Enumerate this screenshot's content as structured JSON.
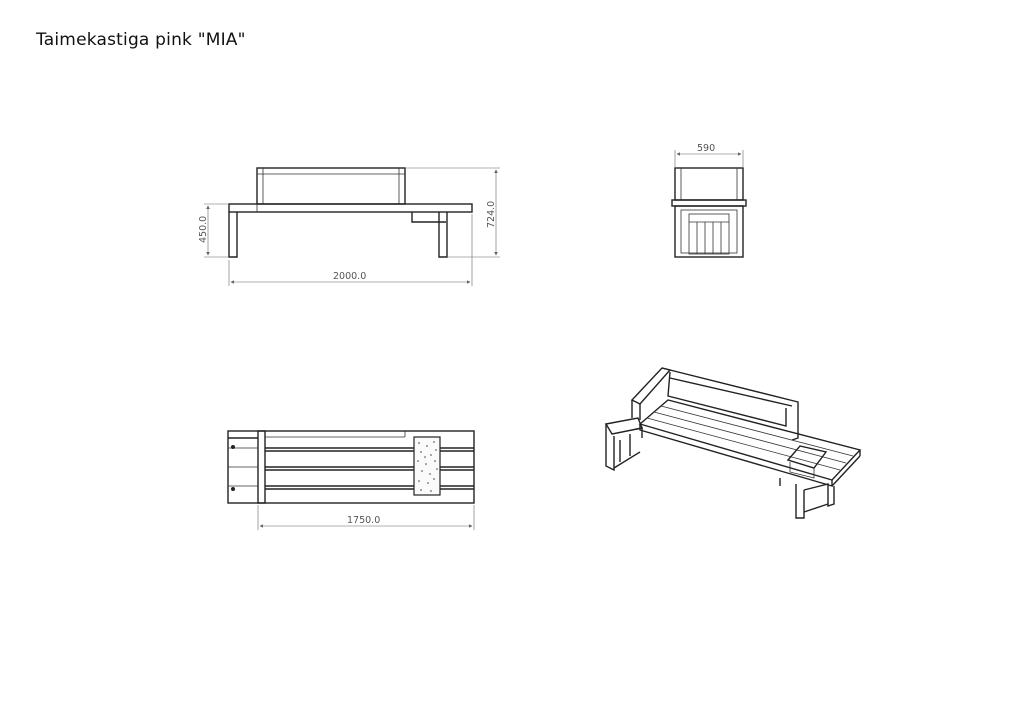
{
  "title": "Taimekastiga pink \"MIA\"",
  "dimensions": {
    "front_width": "2000.0",
    "front_seat_height": "450.0",
    "front_total_height": "724.0",
    "side_depth": "590",
    "top_length": "1750.0"
  }
}
